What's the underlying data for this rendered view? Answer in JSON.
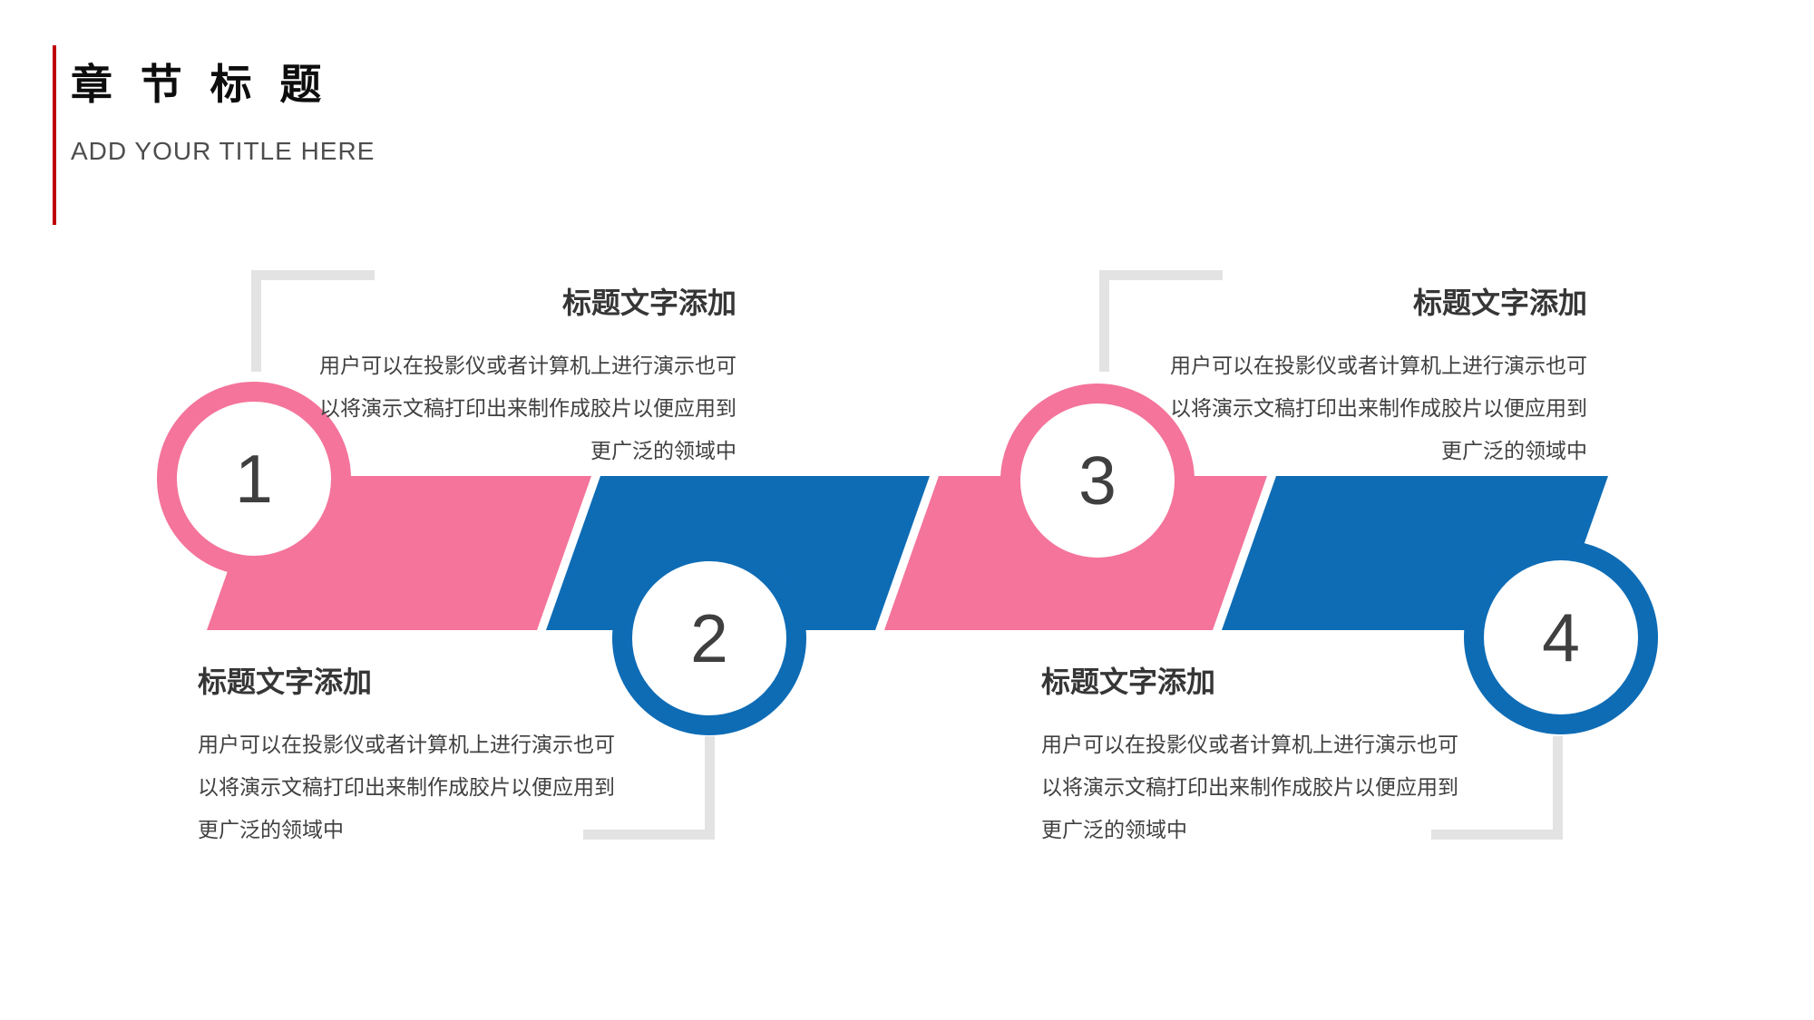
{
  "header": {
    "title": "章 节 标 题",
    "subtitle": "ADD YOUR TITLE HERE"
  },
  "steps": [
    {
      "number": "1",
      "title": "标题文字添加",
      "body_lines": [
        "用户可以在投影仪或者计算机上进行演示也可",
        "以将演示文稿打印出来制作成胶片以便应用到",
        "更广泛的领域中"
      ]
    },
    {
      "number": "2",
      "title": "标题文字添加",
      "body_lines": [
        "用户可以在投影仪或者计算机上进行演示也可",
        "以将演示文稿打印出来制作成胶片以便应用到",
        "更广泛的领域中"
      ]
    },
    {
      "number": "3",
      "title": "标题文字添加",
      "body_lines": [
        "用户可以在投影仪或者计算机上进行演示也可",
        "以将演示文稿打印出来制作成胶片以便应用到",
        "更广泛的领域中"
      ]
    },
    {
      "number": "4",
      "title": "标题文字添加",
      "body_lines": [
        "用户可以在投影仪或者计算机上进行演示也可",
        "以将演示文稿打印出来制作成胶片以便应用到",
        "更广泛的领域中"
      ]
    }
  ],
  "colors": {
    "pink": "#f4749b",
    "blue": "#0e6cb5",
    "accent_red": "#c00000",
    "number_text": "#3f3f3f",
    "heading_text": "#363636",
    "body_text": "#404040",
    "bracket_gray": "#e3e3e3"
  }
}
